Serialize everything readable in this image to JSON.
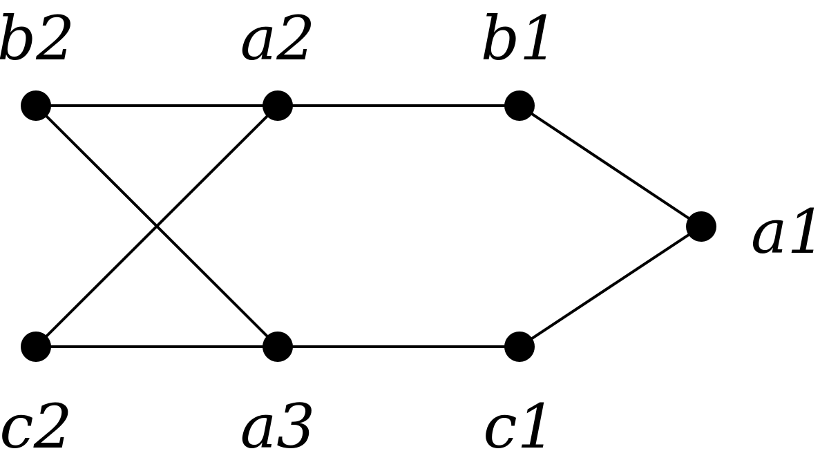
{
  "nodes": [
    {
      "id": "b2",
      "label": "b2"
    },
    {
      "id": "a2",
      "label": "a2"
    },
    {
      "id": "b1",
      "label": "b1"
    },
    {
      "id": "a1",
      "label": "a1"
    },
    {
      "id": "c2",
      "label": "c2"
    },
    {
      "id": "a3",
      "label": "a3"
    },
    {
      "id": "c1",
      "label": "c1"
    }
  ],
  "edges": [
    [
      "b2",
      "a2"
    ],
    [
      "a2",
      "b1"
    ],
    [
      "b1",
      "a1"
    ],
    [
      "b2",
      "a3"
    ],
    [
      "c2",
      "a2"
    ],
    [
      "c2",
      "a3"
    ],
    [
      "a3",
      "c1"
    ],
    [
      "c1",
      "a1"
    ]
  ],
  "colors": {
    "node": "#000000",
    "edge": "#000000",
    "background": "#ffffff"
  }
}
